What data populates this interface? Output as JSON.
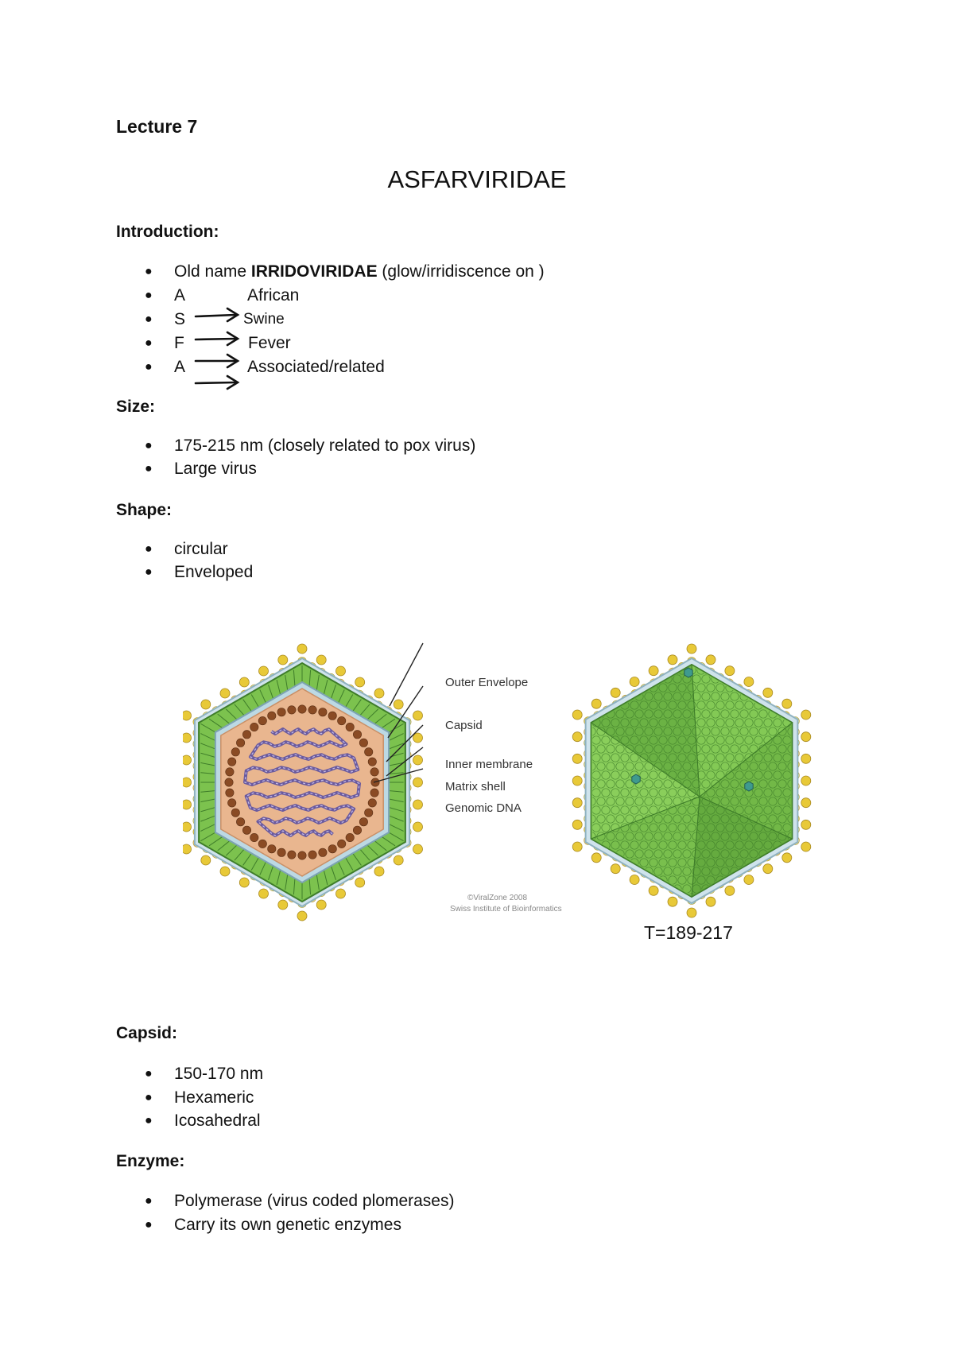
{
  "header": {
    "lecture": "Lecture 7",
    "title": "ASFARVIRIDAE"
  },
  "introduction": {
    "heading": "Introduction:",
    "old_name": {
      "prefix": "Old name ",
      "bold": "IRRIDOVIRIDAE",
      "suffix": " (glow/irridiscence on )"
    },
    "acronym": [
      {
        "letter": "A",
        "word": "African"
      },
      {
        "letter": "S",
        "word": "Swine"
      },
      {
        "letter": "F",
        "word": "Fever"
      },
      {
        "letter": "A",
        "word": "Associated/related"
      }
    ]
  },
  "size": {
    "heading": "Size:",
    "items": [
      "175-215 nm (closely related to pox virus)",
      "Large virus"
    ]
  },
  "shape": {
    "heading": "Shape:",
    "items": [
      "circular",
      "Enveloped"
    ]
  },
  "figure": {
    "labels": [
      "Outer Envelope",
      "Capsid",
      "Inner membrane",
      "Matrix shell",
      "Genomic DNA"
    ],
    "credit": [
      "©ViralZone 2008",
      "Swiss Institute of Bioinformatics"
    ],
    "triangulation": "T=189-217",
    "colors": {
      "capsid_green": "#7cc24e",
      "capsid_dark": "#3f7d2a",
      "matrix_peach": "#e9b68f",
      "membrane_blue": "#bcd9e4",
      "dna_purple": "#6a5a9e",
      "beads_brown": "#8a4b24",
      "knobs_yellow": "#e8c938"
    }
  },
  "capsid": {
    "heading": "Capsid:",
    "items": [
      "150-170 nm",
      "Hexameric",
      "Icosahedral"
    ]
  },
  "enzyme": {
    "heading": "Enzyme:",
    "items": [
      "Polymerase (virus coded plomerases)",
      "Carry its own genetic enzymes"
    ]
  }
}
